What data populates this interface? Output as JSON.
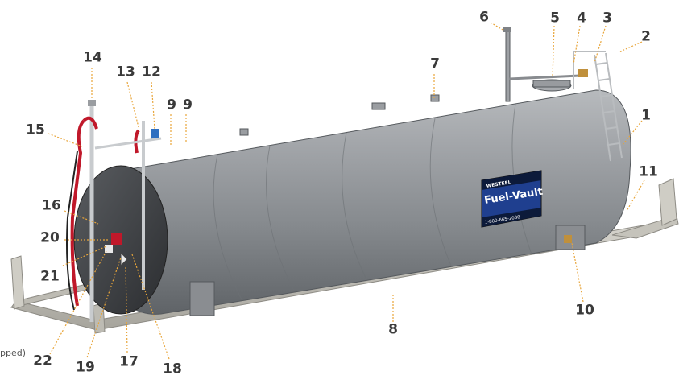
{
  "diagram": {
    "brand": "WESTEEL",
    "product": "Fuel-Vault",
    "phone": "1-800-665-2088",
    "note_fragment": "pped)",
    "colors": {
      "tank": "#8f9296",
      "callout_text": "#3a3a3a",
      "leader": "#e8a53a",
      "panel": "#1f3f8f",
      "hose": "#c0182a"
    },
    "callouts": [
      {
        "id": "c1",
        "label": "1"
      },
      {
        "id": "c2",
        "label": "2"
      },
      {
        "id": "c3",
        "label": "3"
      },
      {
        "id": "c4",
        "label": "4"
      },
      {
        "id": "c5",
        "label": "5"
      },
      {
        "id": "c6",
        "label": "6"
      },
      {
        "id": "c7",
        "label": "7"
      },
      {
        "id": "c8",
        "label": "8"
      },
      {
        "id": "c9a",
        "label": "9"
      },
      {
        "id": "c9b",
        "label": "9"
      },
      {
        "id": "c10",
        "label": "10"
      },
      {
        "id": "c11",
        "label": "11"
      },
      {
        "id": "c12",
        "label": "12"
      },
      {
        "id": "c13",
        "label": "13"
      },
      {
        "id": "c14",
        "label": "14"
      },
      {
        "id": "c15",
        "label": "15"
      },
      {
        "id": "c16",
        "label": "16"
      },
      {
        "id": "c17",
        "label": "17"
      },
      {
        "id": "c18",
        "label": "18"
      },
      {
        "id": "c19",
        "label": "19"
      },
      {
        "id": "c20",
        "label": "20"
      },
      {
        "id": "c21",
        "label": "21"
      },
      {
        "id": "c22",
        "label": "22"
      }
    ]
  }
}
